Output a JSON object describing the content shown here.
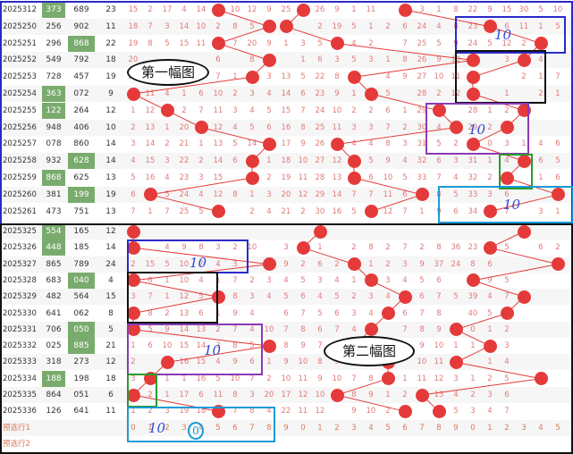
{
  "colors": {
    "hit": "#e53a3a",
    "grid_text": "#e07a78",
    "highlight": "#7aab6e",
    "blue": "#2a2ac8",
    "black": "#111111",
    "purple": "#8a3ab8",
    "green": "#2a9a2a",
    "cyan": "#1a9ad8"
  },
  "rows": [
    {
      "issue": "2025312",
      "a": "373",
      "b": "689",
      "s": "23",
      "hl": "a",
      "hits": [
        6,
        11,
        17
      ],
      "nums": [
        "15",
        "2",
        "17",
        "4",
        "14",
        "",
        "10",
        "12",
        "9",
        "25",
        "7",
        "26",
        "9",
        "1",
        "11",
        "",
        "8",
        "3",
        "1",
        "8",
        "22",
        "9",
        "15",
        "30",
        "5",
        "10"
      ]
    },
    {
      "issue": "2025250",
      "a": "256",
      "b": "902",
      "s": "11",
      "hl": "",
      "hits": [
        9,
        10,
        22
      ],
      "nums": [
        "18",
        "7",
        "3",
        "14",
        "10",
        "2",
        "8",
        "5",
        "9",
        "",
        "",
        "2",
        "19",
        "5",
        "1",
        "2",
        "6",
        "24",
        "4",
        "8",
        "23",
        "2",
        "6",
        "11",
        "1",
        "5"
      ]
    },
    {
      "issue": "2025251",
      "a": "296",
      "b": "868",
      "s": "22",
      "hl": "b",
      "hits": [
        6,
        13,
        25
      ],
      "nums": [
        "19",
        "8",
        "5",
        "15",
        "11",
        "5",
        "7",
        "20",
        "9",
        "1",
        "3",
        "5",
        "3",
        "4",
        "2",
        "",
        "7",
        "25",
        "5",
        "9",
        "24",
        "5",
        "12",
        "2",
        "5",
        ""
      ]
    },
    {
      "issue": "2025252",
      "a": "549",
      "b": "792",
      "s": "18",
      "hl": "",
      "hits": [
        9,
        21,
        24
      ],
      "nums": [
        "20",
        "",
        "",
        "",
        "",
        "6",
        "",
        "8",
        "",
        "",
        "1",
        "6",
        "3",
        "5",
        "3",
        "1",
        "8",
        "26",
        "9",
        "10",
        "25",
        "",
        "3",
        "8",
        "4",
        ""
      ]
    },
    {
      "issue": "2025253",
      "a": "728",
      "b": "457",
      "s": "19",
      "hl": "",
      "hits": [
        8,
        14,
        21
      ],
      "nums": [
        "21",
        "10",
        "",
        "",
        "",
        "7",
        "1",
        "",
        "3",
        "13",
        "5",
        "22",
        "8",
        "2",
        "",
        "4",
        "9",
        "27",
        "10",
        "11",
        "26",
        "",
        "",
        "2",
        "1",
        "7"
      ]
    },
    {
      "issue": "2025254",
      "a": "363",
      "b": "072",
      "s": "9",
      "hl": "a",
      "hits": [
        1,
        15,
        21
      ],
      "nums": [
        "",
        "11",
        "4",
        "1",
        "6",
        "10",
        "2",
        "3",
        "4",
        "14",
        "6",
        "23",
        "9",
        "1",
        "1",
        "5",
        "",
        "28",
        "2",
        "12",
        "27",
        "",
        "1",
        "",
        "2",
        "1"
      ]
    },
    {
      "issue": "2025255",
      "a": "122",
      "b": "264",
      "s": "12",
      "hl": "a",
      "hits": [
        3,
        19,
        24
      ],
      "nums": [
        "1",
        "12",
        "",
        "2",
        "7",
        "11",
        "3",
        "4",
        "5",
        "15",
        "7",
        "24",
        "10",
        "2",
        "2",
        "6",
        "1",
        "29",
        "3",
        "",
        "28",
        "1",
        "2",
        "1",
        "",
        ""
      ]
    },
    {
      "issue": "2025256",
      "a": "948",
      "b": "406",
      "s": "10",
      "hl": "",
      "hits": [
        5,
        20,
        23
      ],
      "nums": [
        "2",
        "13",
        "1",
        "20",
        "",
        "12",
        "4",
        "5",
        "6",
        "16",
        "8",
        "25",
        "11",
        "3",
        "3",
        "7",
        "2",
        "30",
        "4",
        "1",
        "29",
        "2",
        "3",
        "",
        "",
        ""
      ]
    },
    {
      "issue": "2025257",
      "a": "078",
      "b": "860",
      "s": "14",
      "hl": "",
      "hits": [
        9,
        13,
        21
      ],
      "nums": [
        "3",
        "14",
        "2",
        "21",
        "1",
        "13",
        "5",
        "14",
        "8",
        "17",
        "9",
        "26",
        "",
        "4",
        "4",
        "8",
        "3",
        "31",
        "5",
        "2",
        "30",
        "0",
        "3",
        "1",
        "4",
        "6"
      ]
    },
    {
      "issue": "2025258",
      "a": "932",
      "b": "628",
      "s": "14",
      "hl": "b",
      "hits": [
        8,
        14,
        24
      ],
      "nums": [
        "4",
        "15",
        "3",
        "22",
        "2",
        "14",
        "6",
        "",
        "1",
        "18",
        "10",
        "27",
        "12",
        "5",
        "5",
        "9",
        "4",
        "32",
        "6",
        "3",
        "31",
        "1",
        "4",
        "",
        "6",
        "5"
      ]
    },
    {
      "issue": "2025259",
      "a": "868",
      "b": "625",
      "s": "13",
      "hl": "a",
      "hits": [
        8,
        14,
        23
      ],
      "nums": [
        "5",
        "16",
        "4",
        "23",
        "3",
        "15",
        "",
        "",
        "2",
        "19",
        "11",
        "28",
        "13",
        "6",
        "6",
        "10",
        "5",
        "33",
        "7",
        "4",
        "32",
        "2",
        "5",
        "",
        "1",
        "6"
      ]
    },
    {
      "issue": "2025260",
      "a": "381",
      "b": "199",
      "s": "19",
      "hl": "b",
      "hits": [
        2,
        18,
        26
      ],
      "nums": [
        "6",
        "",
        "5",
        "24",
        "4",
        "12",
        "8",
        "1",
        "3",
        "20",
        "12",
        "29",
        "14",
        "7",
        "7",
        "11",
        "6",
        "",
        "8",
        "5",
        "33",
        "3",
        "6",
        "",
        "",
        ""
      ]
    },
    {
      "issue": "2025261",
      "a": "473",
      "b": "751",
      "s": "13",
      "hl": "",
      "hits": [
        6,
        15,
        22
      ],
      "nums": [
        "7",
        "1",
        "7",
        "25",
        "5",
        "13",
        "",
        "2",
        "4",
        "21",
        "2",
        "30",
        "16",
        "5",
        "",
        "12",
        "7",
        "1",
        "9",
        "6",
        "34",
        "",
        "7",
        "",
        "3",
        "1"
      ]
    },
    {
      "issue": "2025325",
      "a": "554",
      "b": "165",
      "s": "12",
      "hl": "a",
      "hits": [
        1,
        12,
        24
      ],
      "nums": [
        "28",
        "",
        "",
        "",
        "",
        "",
        "",
        "",
        "",
        "",
        "",
        "",
        "",
        "",
        "",
        "",
        "",
        "",
        "",
        "",
        "",
        "",
        "",
        "",
        "",
        ""
      ]
    },
    {
      "issue": "2025326",
      "a": "448",
      "b": "185",
      "s": "14",
      "hl": "a",
      "hits": [
        1,
        11,
        22
      ],
      "nums": [
        "1",
        "",
        "4",
        "9",
        "8",
        "3",
        "2",
        "10",
        "",
        "3",
        "7",
        "1",
        "",
        "2",
        "8",
        "2",
        "7",
        "2",
        "8",
        "36",
        "23",
        "7",
        "5",
        "",
        "6",
        "2"
      ]
    },
    {
      "issue": "2025327",
      "a": "865",
      "b": "789",
      "s": "24",
      "hl": "",
      "hits": [
        9,
        14,
        26
      ],
      "nums": [
        "2",
        "15",
        "5",
        "10",
        "7",
        "4",
        "3",
        "",
        "1",
        "9",
        "2",
        "6",
        "2",
        "3",
        "1",
        "2",
        "3",
        "9",
        "37",
        "24",
        "8",
        "6",
        "",
        "",
        "",
        "6"
      ]
    },
    {
      "issue": "2025328",
      "a": "683",
      "b": "040",
      "s": "4",
      "hl": "b",
      "hits": [
        1,
        15,
        21
      ],
      "nums": [
        "",
        "6",
        "1",
        "10",
        "4",
        "1",
        "7",
        "2",
        "3",
        "4",
        "5",
        "3",
        "4",
        "1",
        "2",
        "3",
        "4",
        "5",
        "6",
        "",
        "25",
        "9",
        "5",
        "",
        "",
        ""
      ]
    },
    {
      "issue": "2025329",
      "a": "482",
      "b": "564",
      "s": "15",
      "hl": "",
      "hits": [
        6,
        17,
        24
      ],
      "nums": [
        "3",
        "7",
        "1",
        "12",
        "5",
        "",
        "8",
        "3",
        "4",
        "5",
        "6",
        "4",
        "5",
        "2",
        "3",
        "4",
        "",
        "6",
        "7",
        "5",
        "39",
        "4",
        "7",
        "",
        "",
        ""
      ]
    },
    {
      "issue": "2025330",
      "a": "641",
      "b": "062",
      "s": "8",
      "hl": "",
      "hits": [
        1,
        16,
        23
      ],
      "nums": [
        "",
        "8",
        "2",
        "13",
        "6",
        "1",
        "9",
        "4",
        "",
        "6",
        "7",
        "5",
        "6",
        "3",
        "4",
        "",
        "6",
        "7",
        "8",
        "",
        "40",
        "5",
        "8",
        "",
        "",
        ""
      ]
    },
    {
      "issue": "2025331",
      "a": "706",
      "b": "050",
      "s": "5",
      "hl": "b",
      "hits": [
        1,
        15,
        20
      ],
      "nums": [
        "",
        "5",
        "9",
        "14",
        "13",
        "2",
        "7",
        "4",
        "10",
        "7",
        "8",
        "6",
        "7",
        "4",
        "5",
        "",
        "7",
        "8",
        "9",
        "",
        "0",
        "1",
        "2",
        "",
        "",
        ""
      ]
    },
    {
      "issue": "2025332",
      "a": "025",
      "b": "885",
      "s": "21",
      "hl": "b",
      "hits": [
        9,
        14,
        22
      ],
      "nums": [
        "1",
        "6",
        "10",
        "15",
        "14",
        "3",
        "8",
        "5",
        "",
        "8",
        "9",
        "7",
        "8",
        "5",
        "6",
        "1",
        "",
        "9",
        "10",
        "1",
        "1",
        "",
        "3",
        "",
        "",
        ""
      ]
    },
    {
      "issue": "2025333",
      "a": "318",
      "b": "273",
      "s": "12",
      "hl": "",
      "hits": [
        3,
        16,
        20
      ],
      "nums": [
        "2",
        "",
        "",
        "16",
        "15",
        "4",
        "9",
        "6",
        "1",
        "9",
        "10",
        "8",
        "9",
        "6",
        "7",
        "2",
        "",
        "10",
        "11",
        "2",
        "",
        "1",
        "4",
        "",
        "",
        ""
      ]
    },
    {
      "issue": "2025334",
      "a": "188",
      "b": "198",
      "s": "18",
      "hl": "a",
      "hits": [
        2,
        16,
        25
      ],
      "nums": [
        "3",
        "",
        "1",
        "1",
        "16",
        "5",
        "10",
        "7",
        "2",
        "10",
        "11",
        "9",
        "10",
        "7",
        "8",
        "",
        "1",
        "11",
        "12",
        "3",
        "1",
        "2",
        "5",
        "",
        "",
        ""
      ]
    },
    {
      "issue": "2025335",
      "a": "864",
      "b": "051",
      "s": "6",
      "hl": "",
      "hits": [
        1,
        13,
        18
      ],
      "nums": [
        "",
        "2",
        "1",
        "17",
        "6",
        "11",
        "8",
        "3",
        "20",
        "17",
        "12",
        "10",
        "",
        "8",
        "9",
        "1",
        "2",
        "",
        "13",
        "4",
        "2",
        "3",
        "6",
        "",
        "",
        ""
      ]
    },
    {
      "issue": "2025336",
      "a": "126",
      "b": "641",
      "s": "11",
      "hl": "",
      "hits": [
        6,
        17,
        19
      ],
      "nums": [
        "1",
        "2",
        "3",
        "19",
        "18",
        "",
        "7",
        "8",
        "4",
        "22",
        "11",
        "12",
        "",
        "9",
        "10",
        "2",
        "3",
        "",
        "",
        "5",
        "3",
        "4",
        "7",
        "",
        "",
        ""
      ]
    },
    {
      "issue": "预选行1",
      "a": "",
      "b": "",
      "s": "",
      "hl": "",
      "hits": [],
      "pred": true,
      "nums": [
        "0",
        "1",
        "2",
        "3",
        "4",
        "5",
        "6",
        "7",
        "8",
        "9",
        "0",
        "1",
        "2",
        "3",
        "4",
        "5",
        "6",
        "7",
        "8",
        "9",
        "0",
        "1",
        "2",
        "3",
        "4",
        "5"
      ]
    },
    {
      "issue": "预选行2",
      "a": "",
      "b": "",
      "s": "",
      "hl": "",
      "hits": [],
      "pred": true,
      "nums": [
        "",
        "",
        "",
        "",
        "",
        "",
        "",
        "",
        "",
        "",
        "",
        "",
        "",
        "",
        "",
        "",
        "",
        "",
        "",
        "",
        "",
        "",
        "",
        "",
        "",
        ""
      ]
    }
  ],
  "labels": {
    "fig1": "第一幅图",
    "fig2": "第二幅图"
  },
  "hand_notes": [
    "10",
    "10",
    "10",
    "10",
    "10",
    "10"
  ],
  "hand_circle": "0"
}
